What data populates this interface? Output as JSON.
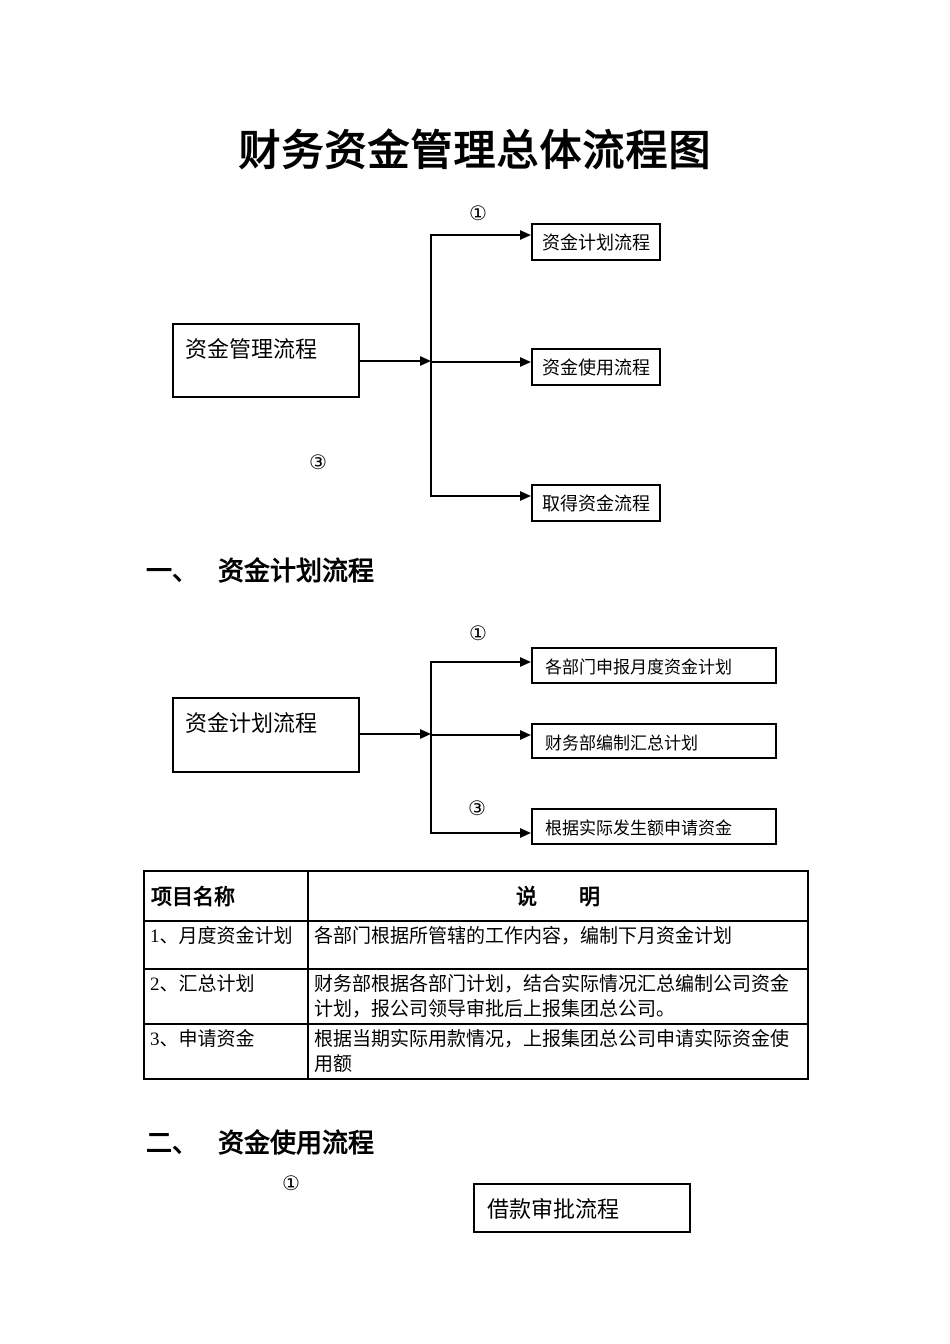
{
  "page": {
    "title": "财务资金管理总体流程图",
    "colors": {
      "ink": "#000000",
      "background": "#ffffff"
    }
  },
  "overview_chart": {
    "marker_top": "①",
    "marker_bottom": "③",
    "root_label": "资金管理流程",
    "branches": [
      "资金计划流程",
      "资金使用流程",
      "取得资金流程"
    ]
  },
  "section1": {
    "number": "一、",
    "title": "资金计划流程",
    "chart": {
      "marker_top": "①",
      "marker_bottom": "③",
      "root_label": "资金计划流程",
      "branches": [
        "各部门申报月度资金计划",
        "财务部编制汇总计划",
        "根据实际发生额申请资金"
      ]
    },
    "table": {
      "headers": [
        "项目名称",
        "说　　明"
      ],
      "rows": [
        {
          "name": "1、月度资金计划",
          "desc": "各部门根据所管辖的工作内容，编制下月资金计划"
        },
        {
          "name": "2、汇总计划",
          "desc": "财务部根据各部门计划，结合实际情况汇总编制公司资金计划，报公司领导审批后上报集团总公司。"
        },
        {
          "name": "3、申请资金",
          "desc": "根据当期实际用款情况，上报集团总公司申请实际资金使用额"
        }
      ]
    }
  },
  "section2": {
    "number": "二、",
    "title": "资金使用流程",
    "marker": "①",
    "box_label": "借款审批流程"
  }
}
